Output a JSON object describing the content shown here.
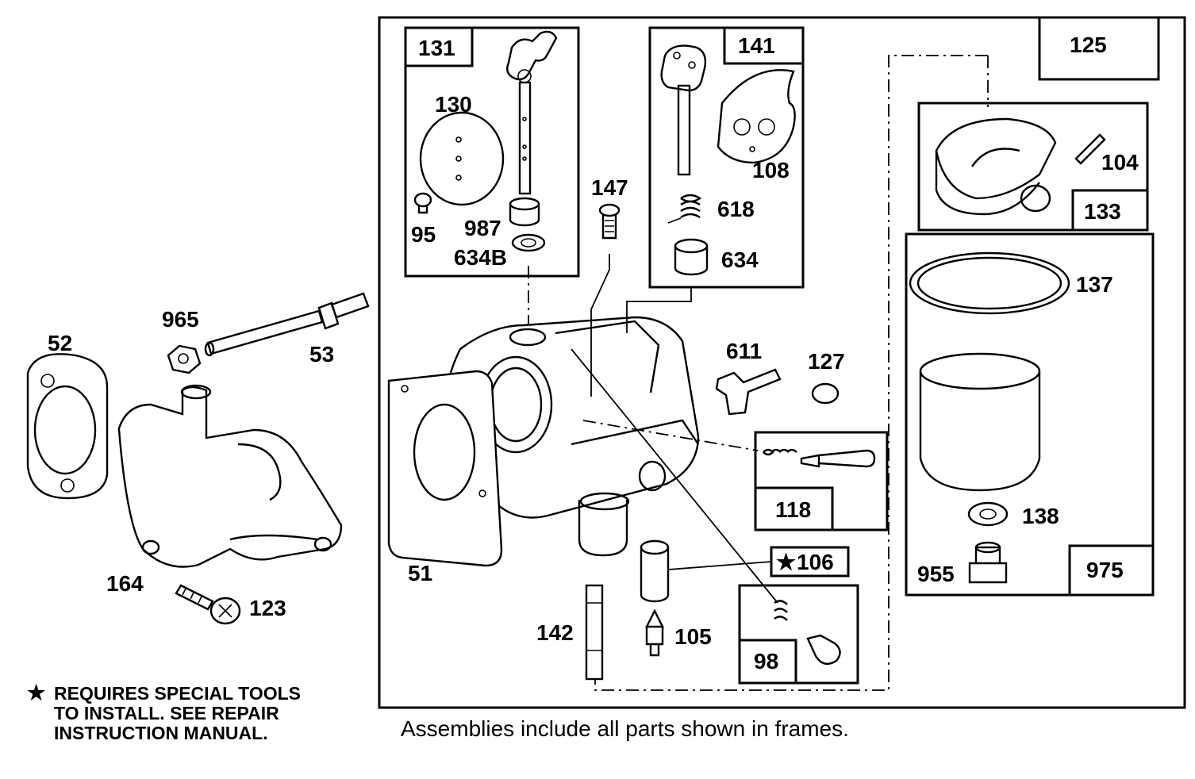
{
  "diagram": {
    "labels": {
      "p52": "52",
      "p965": "965",
      "p53": "53",
      "p164": "164",
      "p123": "123",
      "p131": "131",
      "p130": "130",
      "p95": "95",
      "p987": "987",
      "p634b": "634B",
      "p147": "147",
      "p141": "141",
      "p108": "108",
      "p618": "618",
      "p634": "634",
      "p611": "611",
      "p127": "127",
      "p51": "51",
      "p118": "118",
      "p106": "106",
      "p142": "142",
      "p105": "105",
      "p98": "98",
      "p125": "125",
      "p104": "104",
      "p133": "133",
      "p137": "137",
      "p138": "138",
      "p955": "955",
      "p975": "975"
    },
    "special_marker": "★",
    "note_lines": [
      "REQUIRES SPECIAL TOOLS",
      "TO INSTALL.  SEE REPAIR",
      "INSTRUCTION MANUAL."
    ],
    "caption": "Assemblies include all parts shown in frames."
  }
}
